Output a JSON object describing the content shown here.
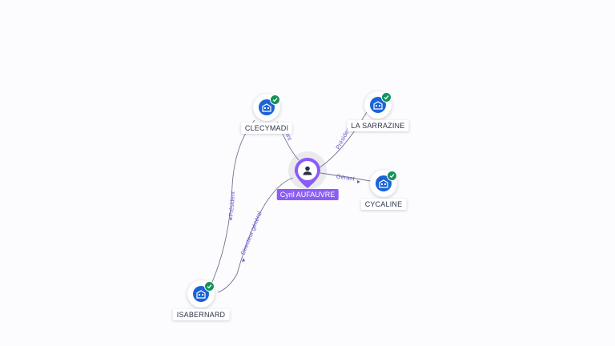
{
  "person": {
    "name": "Cyril AUFAUVRE",
    "icon": "person-icon",
    "color": "#8b5cf6"
  },
  "companies": [
    {
      "id": "clecymadi",
      "name": "CLECYMADI",
      "icon": "building-icon",
      "verified": true
    },
    {
      "id": "sarrazine",
      "name": "LA SARRAZINE",
      "icon": "building-icon",
      "verified": true
    },
    {
      "id": "cycaline",
      "name": "CYCALINE",
      "icon": "building-icon",
      "verified": true
    },
    {
      "id": "isabernard",
      "name": "ISABERNARD",
      "icon": "building-icon",
      "verified": true
    }
  ],
  "edges": [
    {
      "from": "person",
      "to": "clecymadi",
      "label": "Gérant"
    },
    {
      "from": "person",
      "to": "sarrazine",
      "label": "Président"
    },
    {
      "from": "person",
      "to": "cycaline",
      "label": "Gérant"
    },
    {
      "from": "person",
      "to": "isabernard",
      "label": "Directeur général"
    },
    {
      "from": "isabernard",
      "to": "clecymadi",
      "label": "Président"
    }
  ],
  "colors": {
    "company_icon": "#1a63d8",
    "verified_badge": "#13925a",
    "edge_label": "#6d5bd0"
  }
}
